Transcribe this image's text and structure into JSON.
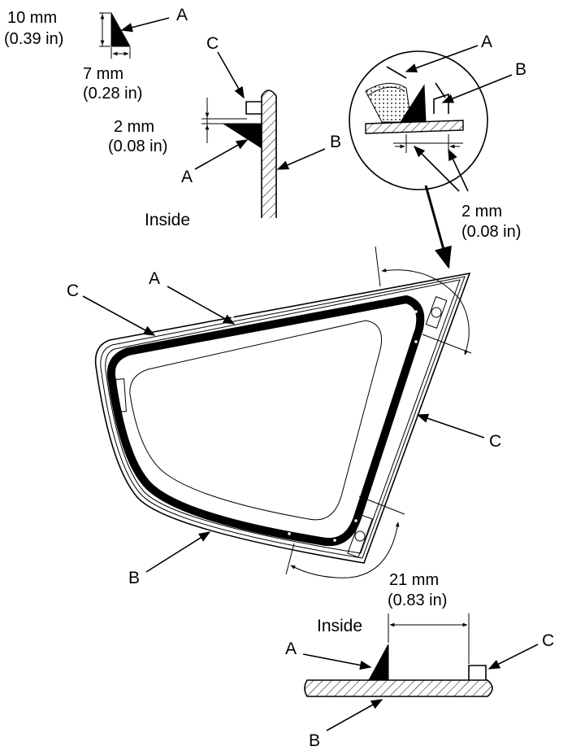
{
  "labels": {
    "a": "A",
    "b": "B",
    "c": "C",
    "inside": "Inside"
  },
  "dimensions": {
    "d10_mm": "10 mm",
    "d10_in": "(0.39 in)",
    "d7_mm": "7 mm",
    "d7_in": "(0.28 in)",
    "d2_mm": "2 mm",
    "d2_in": "(0.08 in)",
    "d21_mm": "21 mm",
    "d21_in": "(0.83 in)"
  },
  "icons": {
    "arrow": "leader-arrow",
    "adhesive": "adhesive-bead-triangle",
    "spacer": "spacer-block"
  },
  "colors": {
    "line": "#000000",
    "background": "#ffffff"
  }
}
